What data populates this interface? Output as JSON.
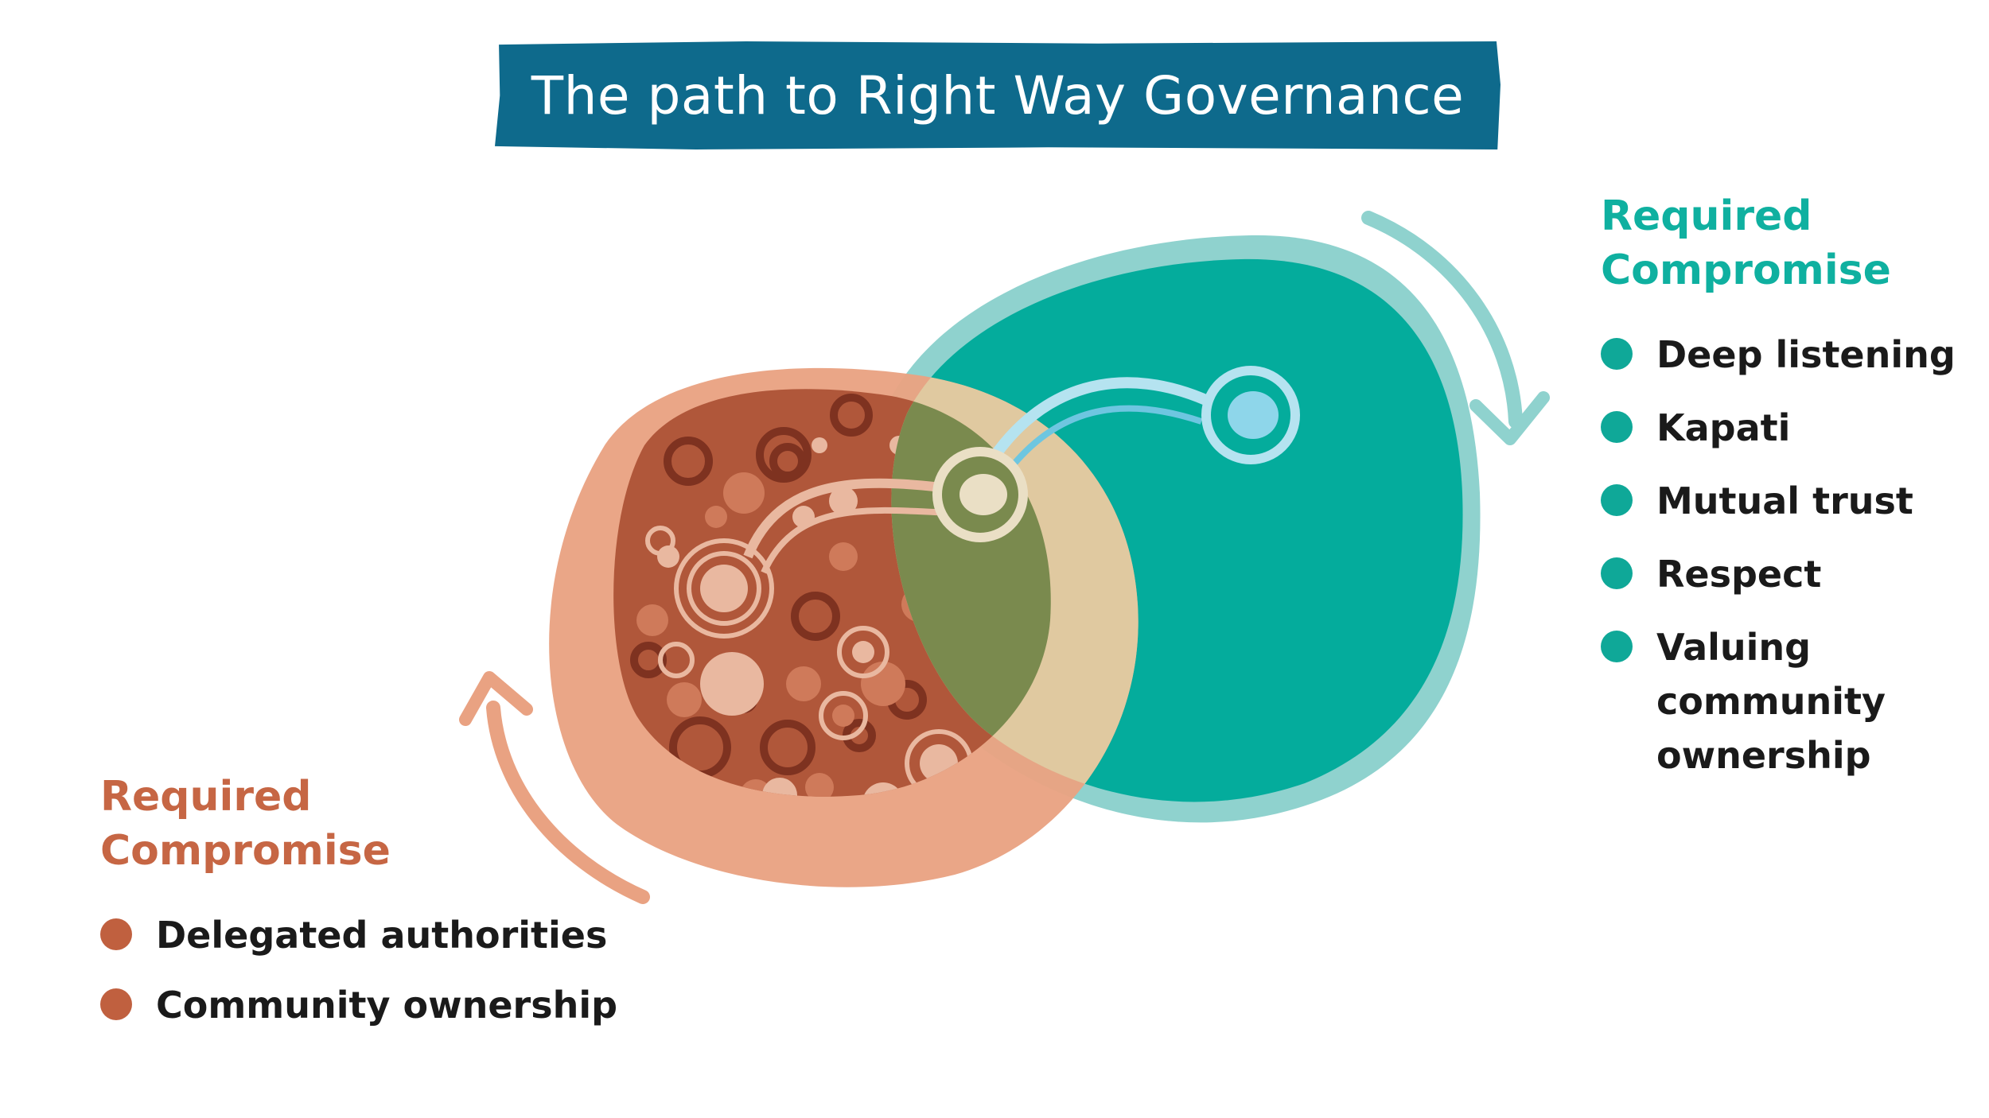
{
  "title": "The path to Right Way Governance",
  "right_panel": {
    "heading": "Required\nCompromise",
    "items": [
      "Deep listening",
      "Kapati",
      "Mutual trust",
      "Respect",
      "Valuing community ownership"
    ]
  },
  "left_panel": {
    "heading": "Required\nCompromise",
    "items": [
      "Delegated authorities",
      "Community ownership"
    ]
  },
  "colors": {
    "banner": "#0e6a8c",
    "teal": "#04ac9c",
    "teal_light": "#8fd2ce",
    "orange": "#e9a282",
    "brown": "#b0573a",
    "overlap": "#7a8a4e"
  }
}
